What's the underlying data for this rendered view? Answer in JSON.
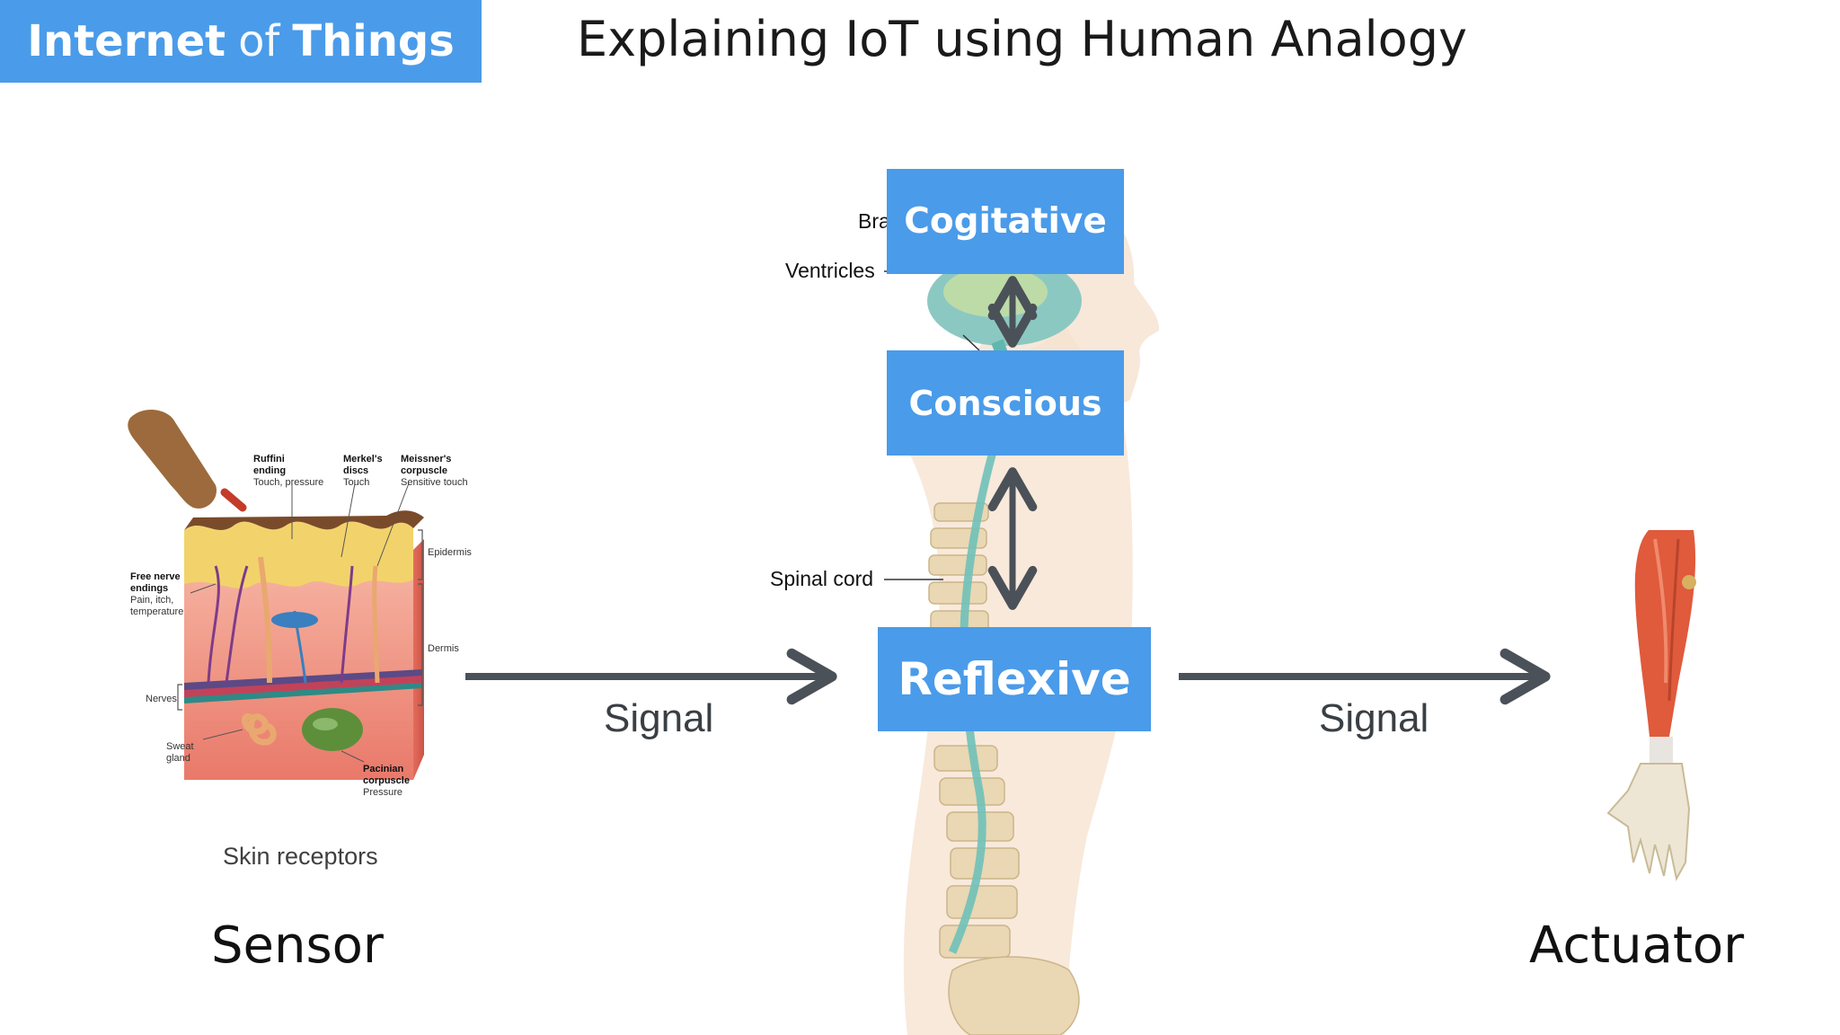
{
  "header": {
    "badge_part1": "Internet",
    "badge_part2": "of",
    "badge_part3": "Things",
    "title": "Explaining IoT using Human Analogy"
  },
  "brain_levels": {
    "cognitive": "Cogitative",
    "conscious": "Conscious",
    "reflexive": "Reflexive"
  },
  "signals": {
    "left": "Signal",
    "right": "Signal"
  },
  "roles": {
    "sensor": "Sensor",
    "actuator": "Actuator"
  },
  "skin_figure": {
    "caption": "Skin receptors",
    "labels": {
      "ruffini_title": "Ruffini",
      "ruffini_title2": "ending",
      "ruffini_desc": "Touch, pressure",
      "merkel_title": "Merkel's",
      "merkel_title2": "discs",
      "merkel_desc": "Touch",
      "meissner_title": "Meissner's",
      "meissner_title2": "corpuscle",
      "meissner_desc": "Sensitive touch",
      "free_title": "Free nerve",
      "free_title2": "endings",
      "free_desc": "Pain, itch,",
      "free_desc2": "temperature",
      "epidermis": "Epidermis",
      "dermis": "Dermis",
      "nerves": "Nerves",
      "sweat": "Sweat",
      "sweat2": "gland",
      "pacinian_title": "Pacinian",
      "pacinian_title2": "corpuscle",
      "pacinian_desc": "Pressure"
    }
  },
  "anatomy_labels": {
    "brain": "Bra",
    "ventricles": "Ventricles",
    "spinal_cord": "Spinal cord"
  },
  "colors": {
    "accent": "#4a9be9",
    "arrow": "#4b5158",
    "skin_body": "#f3ddc8",
    "spine": "#e9d6b4",
    "cord": "#6fc1b8"
  }
}
